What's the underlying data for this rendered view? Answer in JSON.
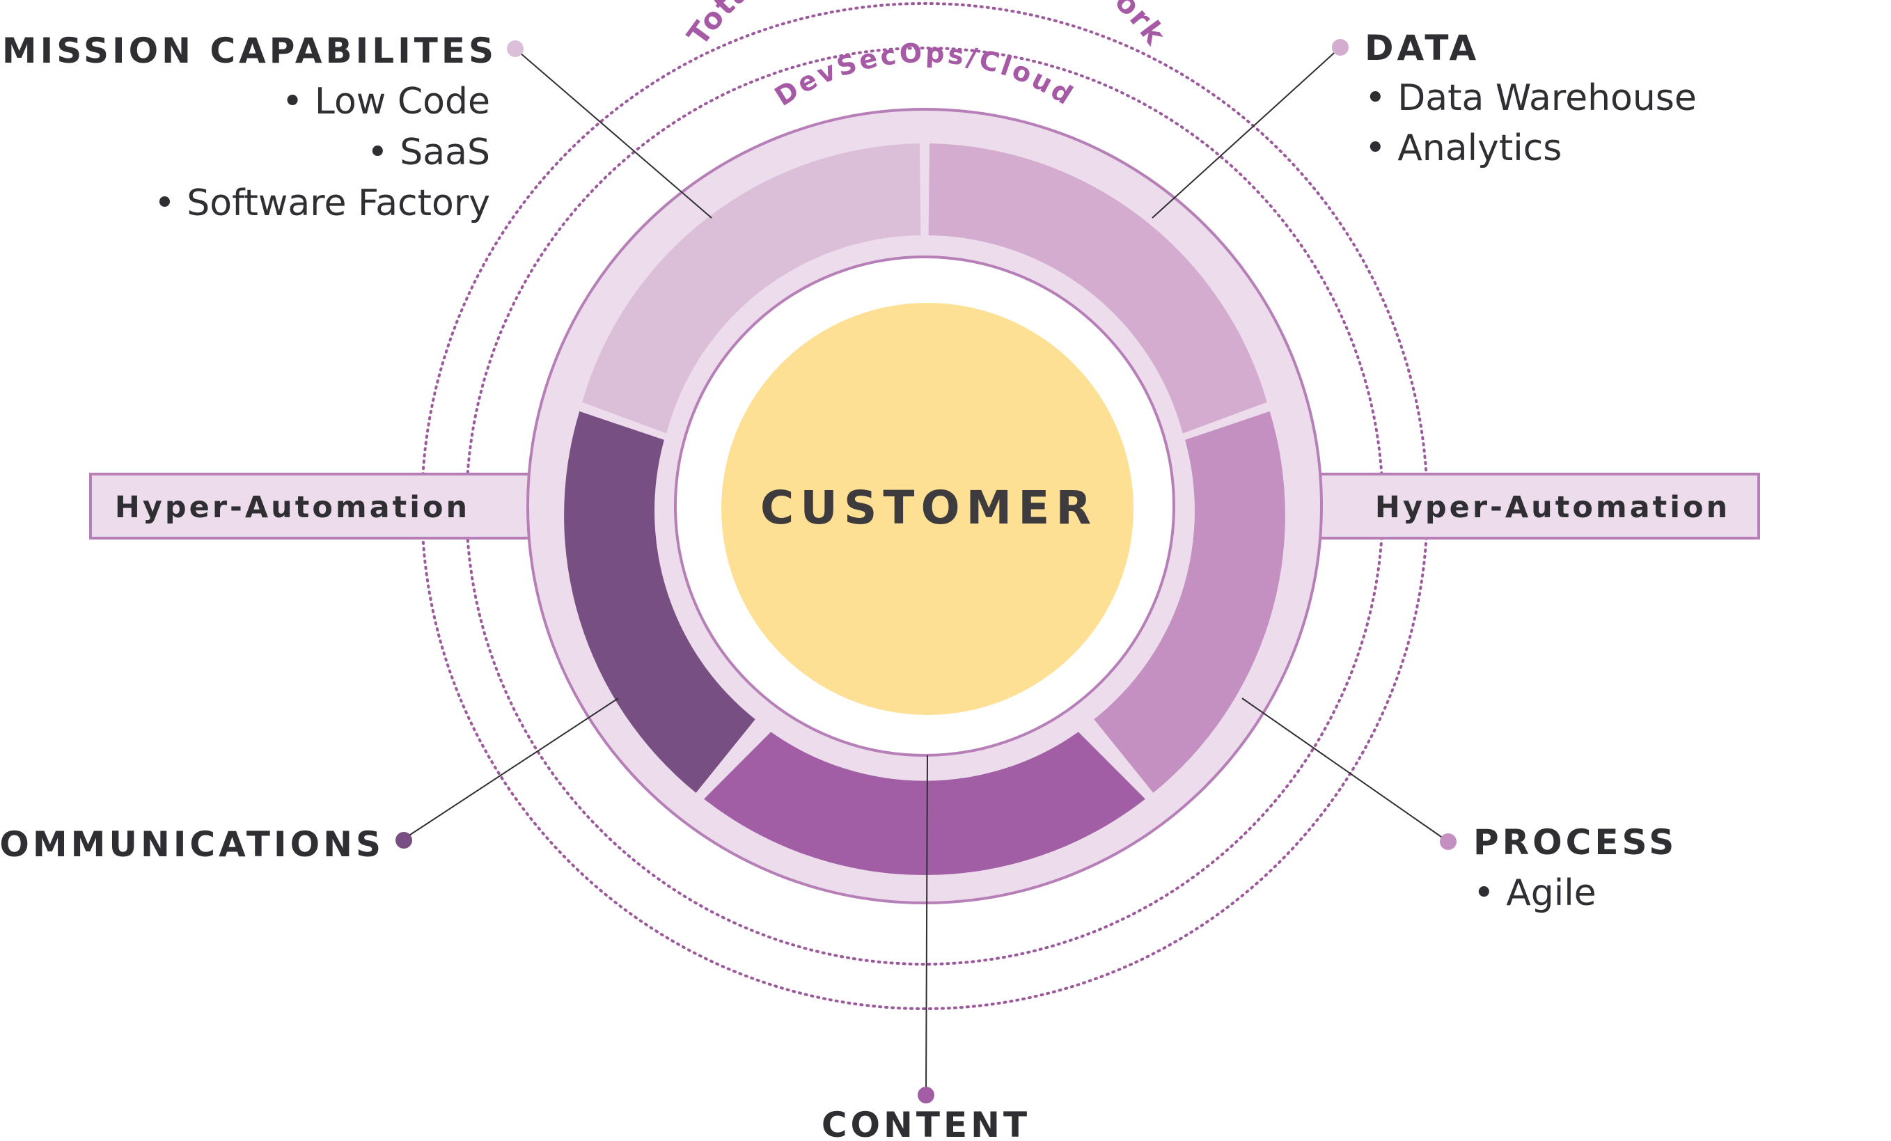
{
  "colors": {
    "outer_ring": "#ecdcec",
    "outer_stroke": "#b77fb8",
    "dotted": "#9c5a9c",
    "mission_segment": "#dbbfd9",
    "data_segment": "#d3acd0",
    "process_segment": "#c490c1",
    "content_segment": "#a15ea5",
    "communications_segment": "#784f83",
    "customer_fill": "#fde093",
    "text": "#2f2f33",
    "arc_text": "#a65aa5"
  },
  "arc_labels": {
    "outer": "Total Engagement Framework",
    "inner": "DevSecOps/Cloud"
  },
  "center": {
    "label": "CUSTOMER"
  },
  "bars": {
    "left": "Hyper-Automation",
    "right": "Hyper-Automation"
  },
  "callouts": {
    "mission": {
      "heading": "MISSION CAPABILITES",
      "bullets": [
        "• Low Code",
        "• SaaS",
        "• Software Factory"
      ]
    },
    "data": {
      "heading": "DATA",
      "bullets": [
        "• Data Warehouse",
        "• Analytics"
      ]
    },
    "process": {
      "heading": "PROCESS",
      "bullets": [
        "• Agile"
      ]
    },
    "communications": {
      "heading": "COMMUNICATIONS"
    },
    "content": {
      "heading": "CONTENT"
    }
  }
}
